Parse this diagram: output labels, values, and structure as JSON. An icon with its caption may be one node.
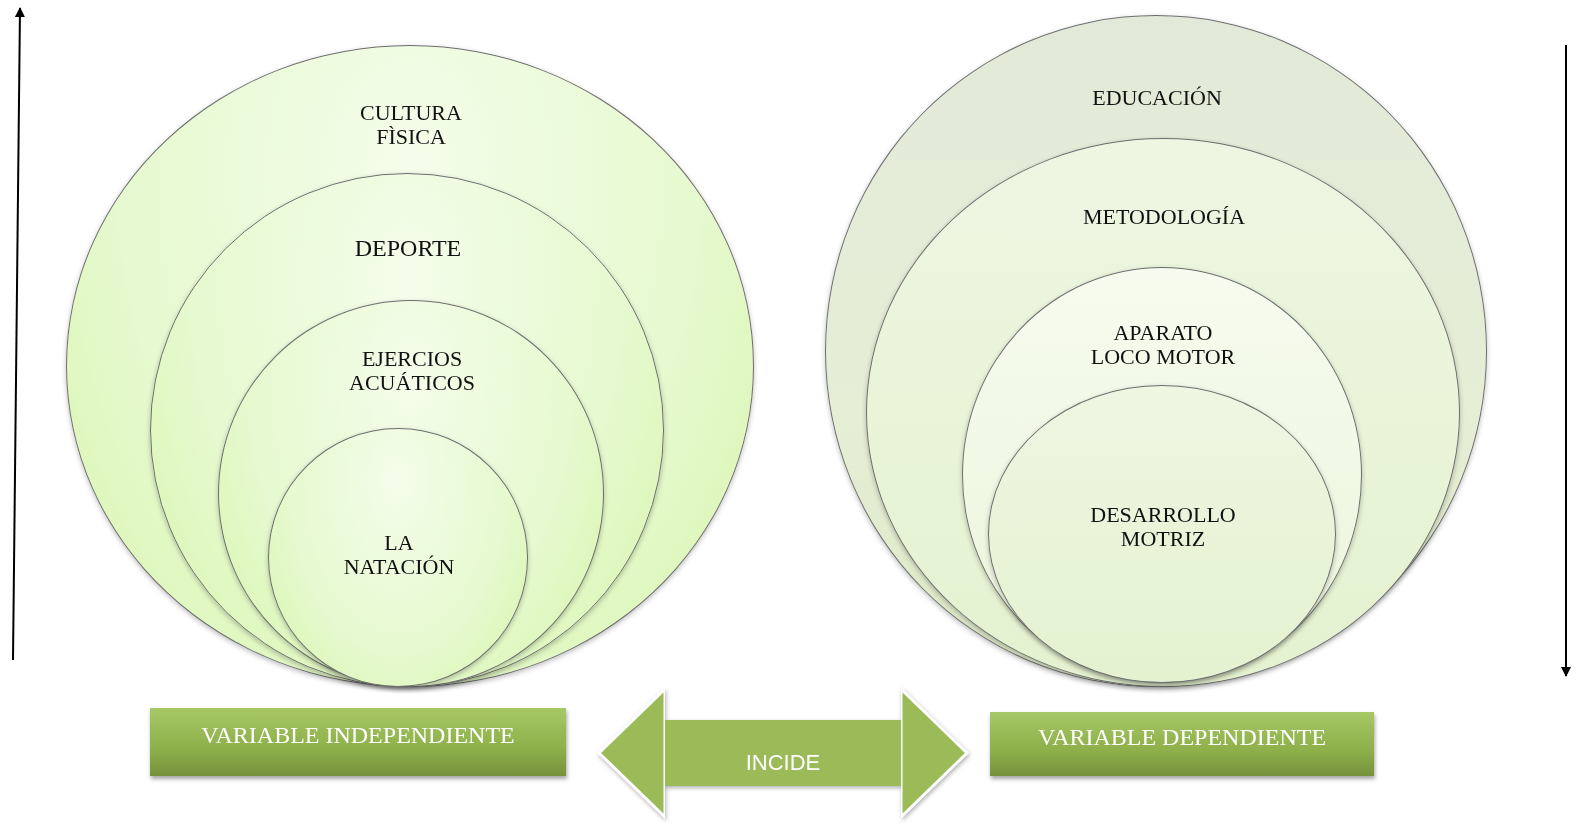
{
  "diagram": {
    "nodes": [
      {
        "text": [
          "CULTURA FÌSICA"
        ]
      },
      {
        "text": [
          "DEPORTE"
        ],
        "in": 0
      },
      {
        "text": [
          "EJERCIOS ACUÁTICOS"
        ],
        "in": 1
      },
      {
        "text": [
          "LA NATACIÓN"
        ],
        "in": 2
      },
      {
        "text": [
          "EDUCACIÓN"
        ]
      },
      {
        "text": [
          "METODOLOGÍA"
        ],
        "in": 4
      },
      {
        "text": [
          "APARATO LOCO MOTOR"
        ],
        "in": 5
      },
      {
        "text": [
          "DESARROLLO MOTRIZ"
        ],
        "in": 6
      },
      {
        "text": [
          "VARIABLE INDEPENDIENTE"
        ]
      },
      {
        "text": [
          "VARIABLE DEPENDIENTE"
        ]
      }
    ],
    "edges": [
      {
        "from": 8,
        "to": 9,
        "arrow": "both",
        "label": "INCIDE"
      }
    ]
  }
}
